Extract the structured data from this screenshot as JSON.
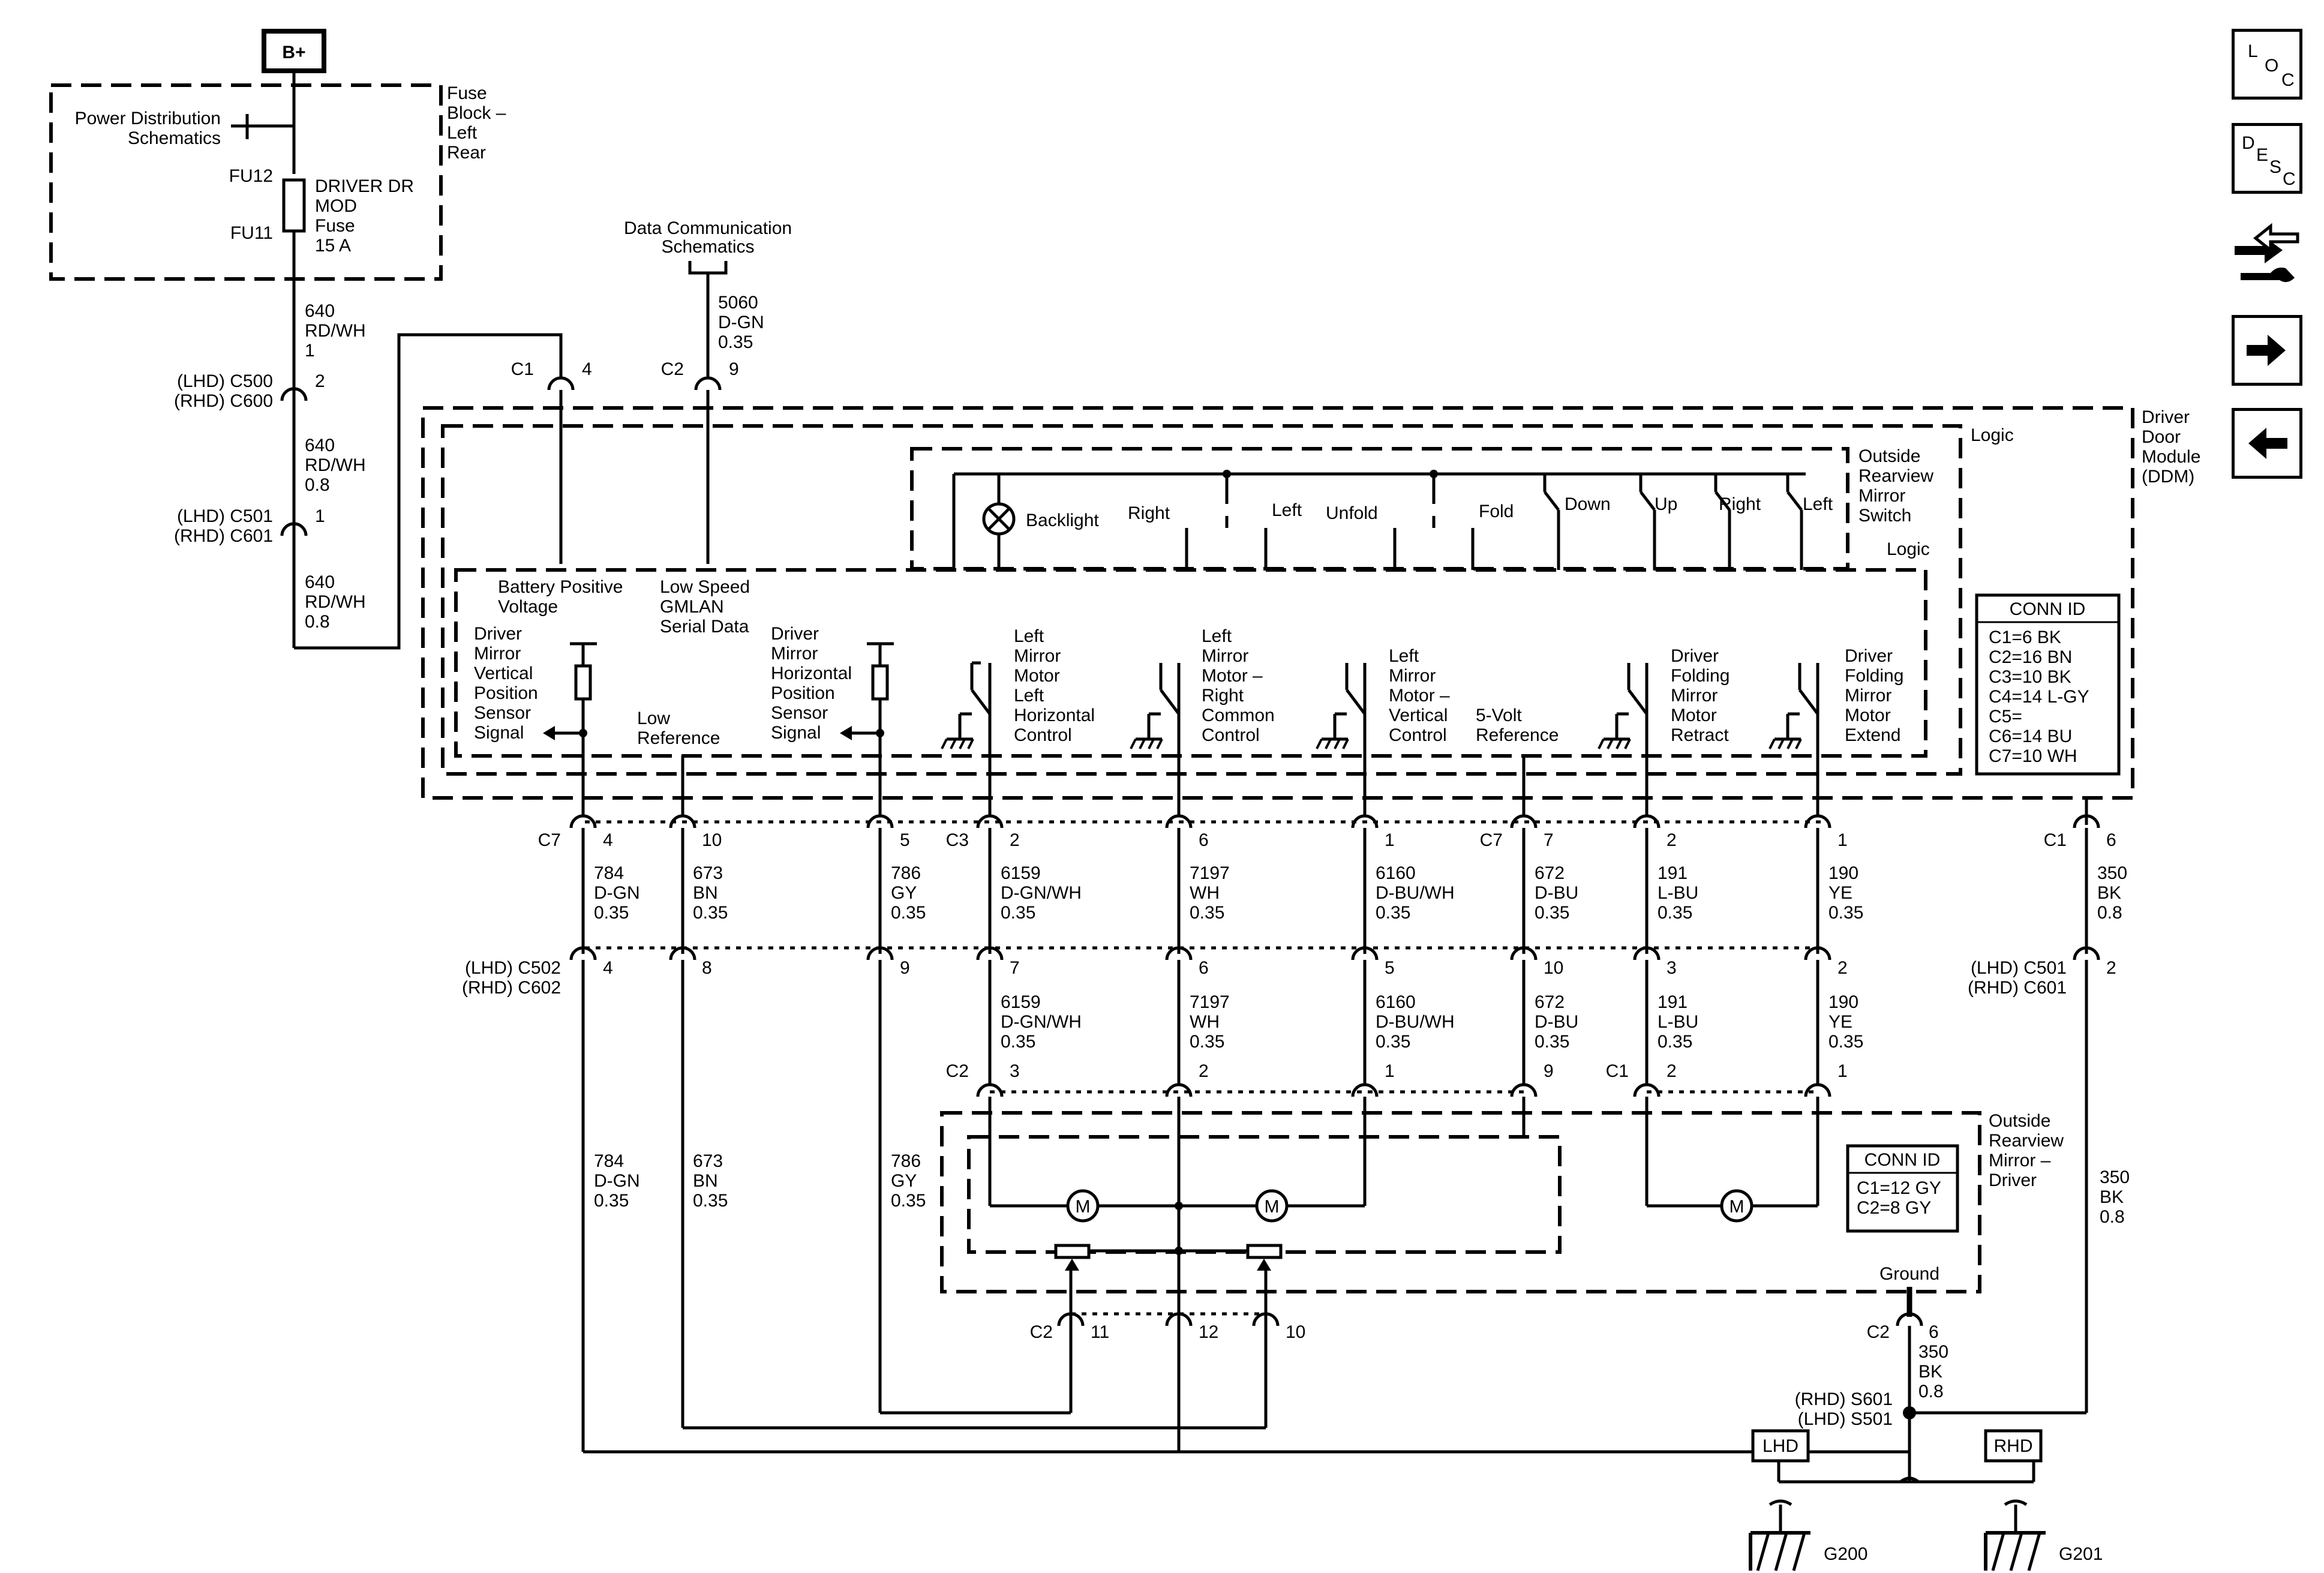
{
  "power": {
    "bplus": "B+",
    "pds": [
      "Power Distribution",
      "Schematics"
    ],
    "fuse_block": [
      "Fuse",
      "Block –",
      "Left",
      "Rear"
    ],
    "fu12": "FU12",
    "fu11": "FU11",
    "fuse_name": [
      "DRIVER DR",
      "MOD",
      "Fuse",
      "15 A"
    ],
    "w1": [
      "640",
      "RD/WH",
      "1"
    ],
    "c500": "(LHD) C500",
    "c600": "(RHD) C600",
    "c500_pin": "2",
    "w2": [
      "640",
      "RD/WH",
      "0.8"
    ],
    "c501": "(LHD) C501",
    "c601": "(RHD) C601",
    "c501_pin": "1",
    "w3": [
      "640",
      "RD/WH",
      "0.8"
    ]
  },
  "datacomm": {
    "title": [
      "Data Communication",
      "Schematics"
    ],
    "wire": [
      "5060",
      "D-GN",
      "0.35"
    ],
    "c1": "C1",
    "c1_pin": "4",
    "c2": "C2",
    "c2_pin": "9"
  },
  "ddm": {
    "logic": "Logic",
    "name": [
      "Driver",
      "Door",
      "Module",
      "(DDM)"
    ],
    "switch_name": [
      "Outside",
      "Rearview",
      "Mirror",
      "Switch"
    ],
    "switch_logic": "Logic",
    "backlight": "Backlight",
    "right1": "Right",
    "left1": "Left",
    "unfold": "Unfold",
    "fold": "Fold",
    "down": "Down",
    "up": "Up",
    "right2": "Right",
    "left2": "Left",
    "battery": [
      "Battery Positive",
      "Voltage"
    ],
    "gmlan": [
      "Low Speed",
      "GMLAN",
      "Serial Data"
    ],
    "vert_sensor": [
      "Driver",
      "Mirror",
      "Vertical",
      "Position",
      "Sensor",
      "Signal"
    ],
    "low_ref": [
      "Low",
      "Reference"
    ],
    "horiz_sensor": [
      "Driver",
      "Mirror",
      "Horizontal",
      "Position",
      "Sensor",
      "Signal"
    ],
    "lm_horiz": [
      "Left",
      "Mirror",
      "Motor",
      "Left",
      "Horizontal",
      "Control"
    ],
    "lm_common": [
      "Left",
      "Mirror",
      "Motor –",
      "Right",
      "Common",
      "Control"
    ],
    "lm_vert": [
      "Left",
      "Mirror",
      "Motor –",
      "Vertical",
      "Control"
    ],
    "five_volt": [
      "5-Volt",
      "Reference"
    ],
    "fold_retract": [
      "Driver",
      "Folding",
      "Mirror",
      "Motor",
      "Retract"
    ],
    "fold_extend": [
      "Driver",
      "Folding",
      "Mirror",
      "Motor",
      "Extend"
    ],
    "conn_title": "CONN ID",
    "conn_ids": [
      "C1=6 BK",
      "C2=16 BN",
      "C3=10 BK",
      "C4=14 L-GY",
      "C5=",
      "C6=14 BU",
      "C7=10 WH"
    ]
  },
  "row1": {
    "c7a": "C7",
    "c3": "C3",
    "c7b": "C7",
    "c1": "C1",
    "pins": [
      "4",
      "10",
      "5",
      "2",
      "6",
      "1",
      "7",
      "2",
      "1",
      "6"
    ],
    "wires": [
      [
        "784",
        "D-GN",
        "0.35"
      ],
      [
        "673",
        "BN",
        "0.35"
      ],
      [
        "786",
        "GY",
        "0.35"
      ],
      [
        "6159",
        "D-GN/WH",
        "0.35"
      ],
      [
        "7197",
        "WH",
        "0.35"
      ],
      [
        "6160",
        "D-BU/WH",
        "0.35"
      ],
      [
        "672",
        "D-BU",
        "0.35"
      ],
      [
        "191",
        "L-BU",
        "0.35"
      ],
      [
        "190",
        "YE",
        "0.35"
      ],
      [
        "350",
        "BK",
        "0.8"
      ]
    ]
  },
  "row2": {
    "c502": "(LHD) C502",
    "c602": "(RHD) C602",
    "c501": "(LHD) C501",
    "c601": "(RHD) C601",
    "pins": [
      "4",
      "8",
      "9",
      "7",
      "6",
      "5",
      "10",
      "3",
      "2",
      "2"
    ],
    "wires": [
      [
        "6159",
        "D-GN/WH",
        "0.35"
      ],
      [
        "7197",
        "WH",
        "0.35"
      ],
      [
        "6160",
        "D-BU/WH",
        "0.35"
      ],
      [
        "672",
        "D-BU",
        "0.35"
      ],
      [
        "191",
        "L-BU",
        "0.35"
      ],
      [
        "190",
        "YE",
        "0.35"
      ]
    ],
    "long_wires": [
      [
        "784",
        "D-GN",
        "0.35"
      ],
      [
        "673",
        "BN",
        "0.35"
      ],
      [
        "786",
        "GY",
        "0.35"
      ],
      [
        "350",
        "BK",
        "0.8"
      ]
    ]
  },
  "mirror": {
    "c2": "C2",
    "c1": "C1",
    "pins_top": [
      "3",
      "2",
      "1",
      "9",
      "2",
      "1"
    ],
    "name": [
      "Outside",
      "Rearview",
      "Mirror –",
      "Driver"
    ],
    "conn_title": "CONN ID",
    "conn_ids": [
      "C1=12 GY",
      "C2=8 GY"
    ],
    "motor": "M",
    "ground": "Ground",
    "c2_bottom": "C2",
    "pins_bottom": [
      "11",
      "12",
      "10"
    ],
    "gnd_pin": "6",
    "gnd_wire": [
      "350",
      "BK",
      "0.8"
    ]
  },
  "ground": {
    "s601": "(RHD) S601",
    "s501": "(LHD) S501",
    "lhd": "LHD",
    "rhd": "RHD",
    "g200": "G200",
    "g201": "G201"
  },
  "nav": {
    "loc": [
      "L",
      "O",
      "C"
    ],
    "desc": [
      "D",
      "E",
      "S",
      "C"
    ]
  }
}
